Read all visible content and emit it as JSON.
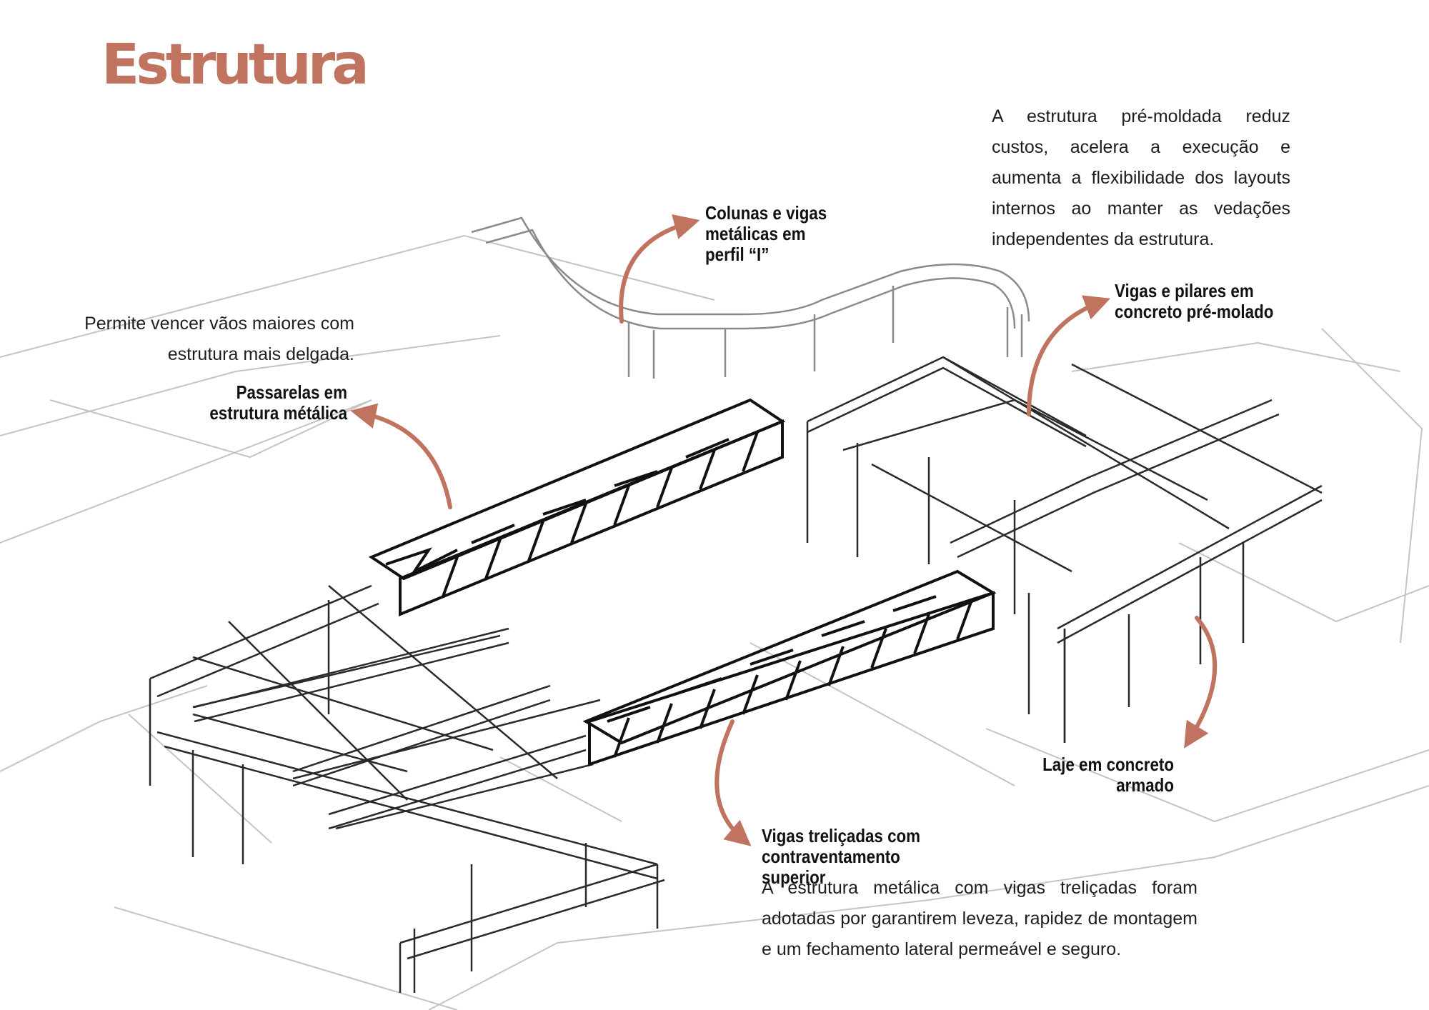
{
  "title": "Estrutura",
  "colors": {
    "accent": "#c0735f",
    "structure": "#1a1a1a",
    "context": "#b5b5b5"
  },
  "labels": {
    "steel_columns": "Colunas e vigas metálicas em perfil “I”",
    "concrete_beams": "Vigas e pilares em concreto pré-molado",
    "walkways": "Passarelas em estrutura métálica",
    "slab": "Laje em concreto armado",
    "trusses": "Vigas treliçadas com contraventamento superior"
  },
  "paragraphs": {
    "precast": "A estrutura pré-moldada reduz custos, acelera a execução e aumenta a flexibilidade dos layouts internos ao manter as vedações independentes da estrutura.",
    "spans": "Permite vencer vãos maiores com estrutura mais delgada.",
    "steel": "A estrutura metálica com vigas treliçadas foram adotadas por garantirem leveza, rapidez de montagem e um fechamento lateral permeável e seguro."
  }
}
